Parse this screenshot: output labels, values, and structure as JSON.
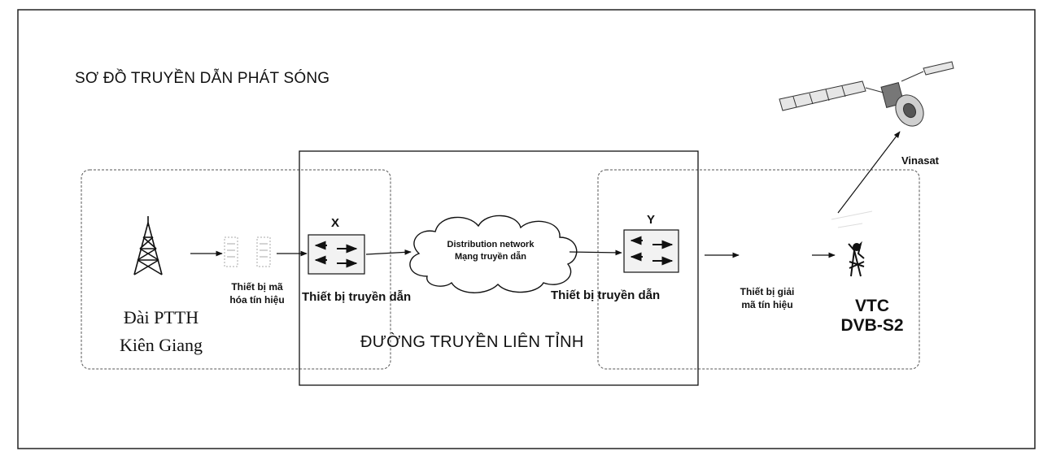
{
  "title": "SƠ ĐỒ TRUYỀN DẪN PHÁT SÓNG",
  "station": {
    "line1": "Đài PTTH",
    "line2": "Kiên Giang"
  },
  "encoder": {
    "line1": "Thiết bị mã",
    "line2": "hóa tín hiệu"
  },
  "node_x": {
    "letter": "X",
    "label": "Thiết bị truyền dẫn"
  },
  "node_y": {
    "letter": "Y",
    "label": "Thiết bị truyền dẫn"
  },
  "cloud": {
    "line1": "Distribution network",
    "line2": "Mạng truyền dẫn"
  },
  "decoder": {
    "line1": "Thiết bị giải",
    "line2": "mã tín hiệu"
  },
  "route_label": "ĐƯỜNG TRUYỀN LIÊN TỈNH",
  "uplink": {
    "line1": "VTC",
    "line2": "DVB-S2"
  },
  "satellite": {
    "label": "Vinasat"
  },
  "icons": [
    "tower-icon",
    "encoder-icon",
    "switch-icon",
    "cloud-icon",
    "satellite-dish-icon",
    "satellite-icon"
  ]
}
